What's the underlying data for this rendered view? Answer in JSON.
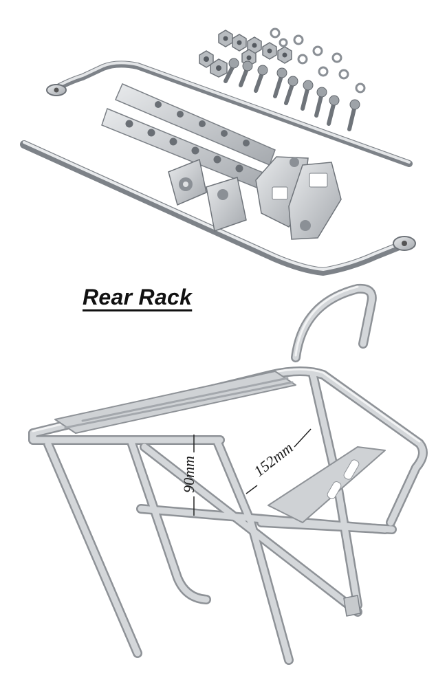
{
  "title": "Rear Rack",
  "dimensions": {
    "height_label": "90mm",
    "length_label": "152mm"
  },
  "colors": {
    "background": "#ffffff",
    "metal": "#c7cacd",
    "metal_dark": "#8e9297",
    "title_text": "#111111"
  }
}
